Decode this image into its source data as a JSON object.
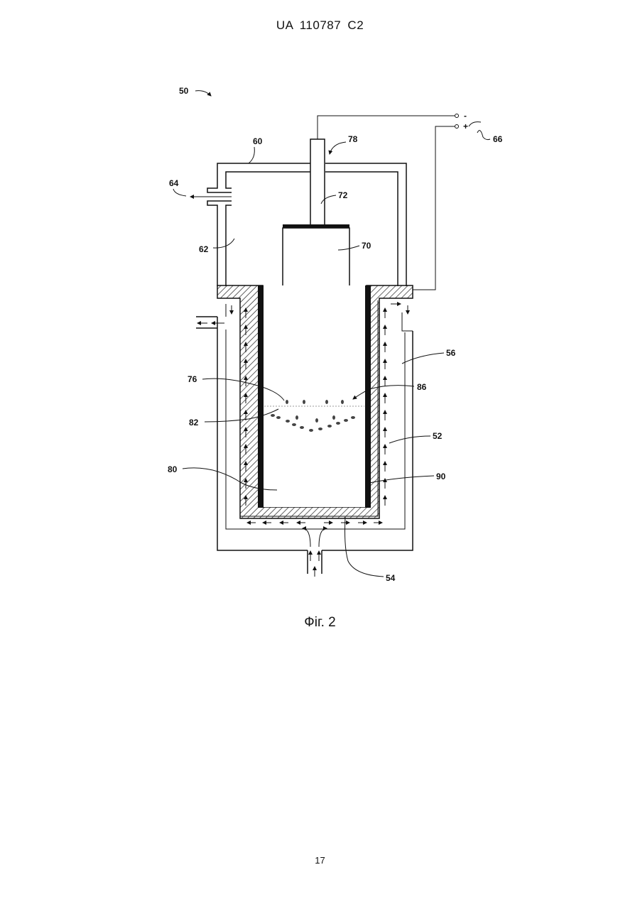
{
  "header": {
    "text": "UA  110787  C2"
  },
  "figure": {
    "caption": "Фіг. 2",
    "polarity_minus": "-",
    "polarity_plus": "+",
    "labels": [
      {
        "id": "50",
        "text": "50"
      },
      {
        "id": "60",
        "text": "60"
      },
      {
        "id": "78",
        "text": "78"
      },
      {
        "id": "66",
        "text": "66"
      },
      {
        "id": "64",
        "text": "64"
      },
      {
        "id": "72",
        "text": "72"
      },
      {
        "id": "62",
        "text": "62"
      },
      {
        "id": "70",
        "text": "70"
      },
      {
        "id": "56",
        "text": "56"
      },
      {
        "id": "76",
        "text": "76"
      },
      {
        "id": "86",
        "text": "86"
      },
      {
        "id": "82",
        "text": "82"
      },
      {
        "id": "52",
        "text": "52"
      },
      {
        "id": "80",
        "text": "80"
      },
      {
        "id": "90",
        "text": "90"
      },
      {
        "id": "54",
        "text": "54"
      }
    ]
  },
  "footer": {
    "page_number": "17"
  }
}
